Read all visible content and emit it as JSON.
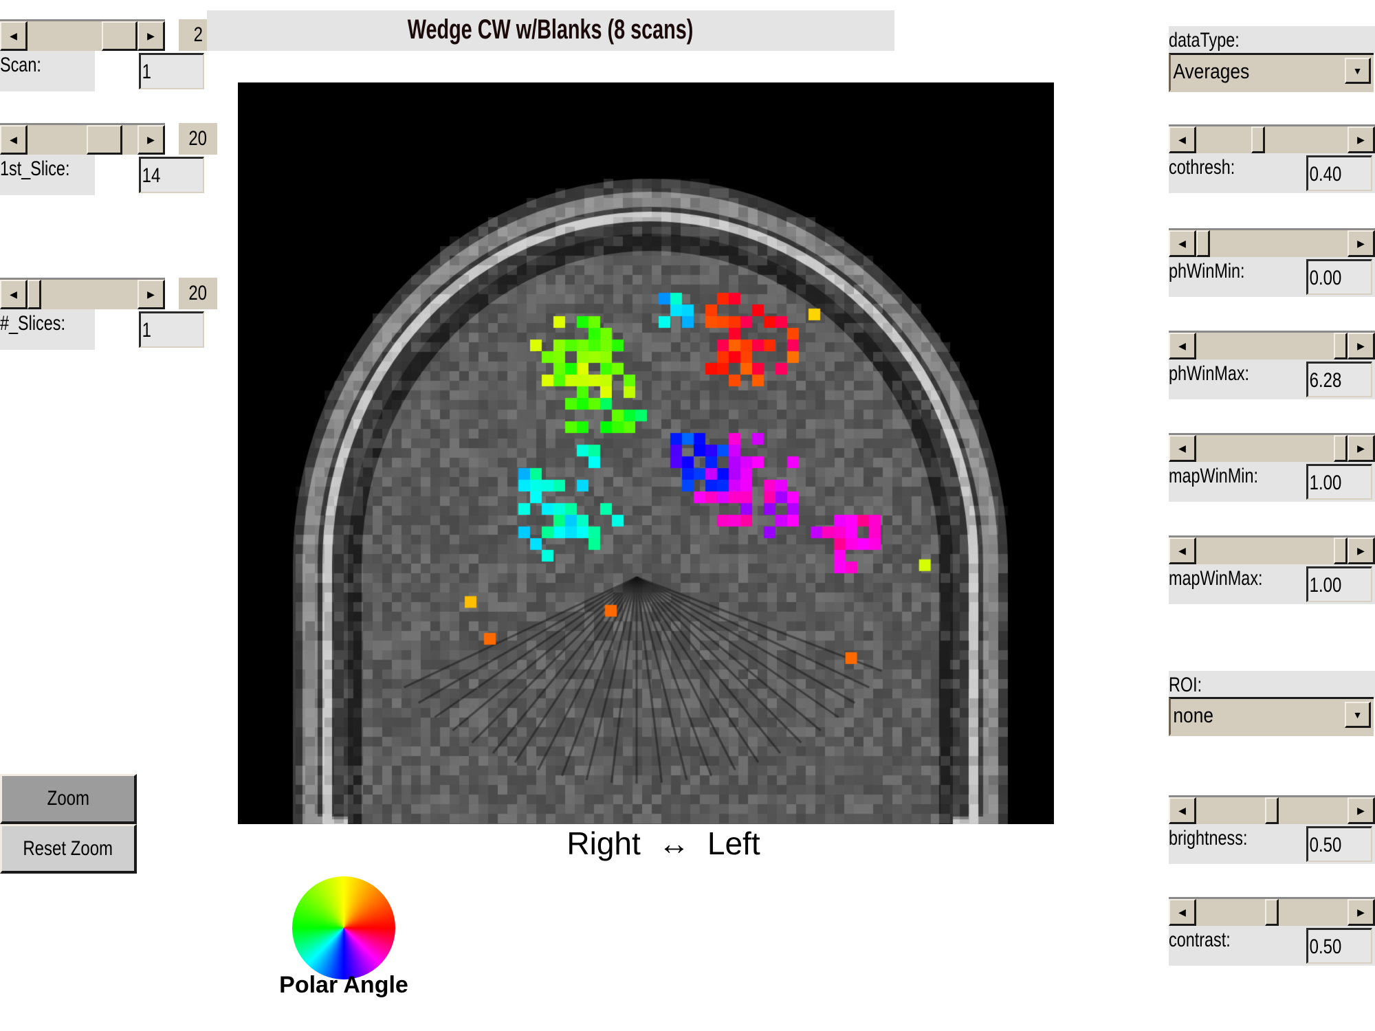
{
  "title": "Wedge CW w/Blanks (8 scans)",
  "left_controls": [
    {
      "id": "scan",
      "label": "Scan:",
      "value": "1",
      "max": "2",
      "slider_fraction": 1.0
    },
    {
      "id": "first-slice",
      "label": "1st_Slice:",
      "value": "14",
      "max": "20",
      "slider_fraction": 0.8
    },
    {
      "id": "num-slices",
      "label": "#_Slices:",
      "value": "1",
      "max": "20",
      "slider_fraction": 0.0
    }
  ],
  "buttons": {
    "zoom": "Zoom",
    "reset_zoom": "Reset Zoom"
  },
  "image": {
    "orientation_label": "Right  ↔  Left",
    "colorbar_label": "Polar Angle"
  },
  "right_panel": {
    "data_type": {
      "label": "dataType:",
      "value": "Averages"
    },
    "sliders": [
      {
        "id": "cothresh",
        "label": "cothresh:",
        "value": "0.40",
        "slider_fraction": 0.4
      },
      {
        "id": "phwinmin",
        "label": "phWinMin:",
        "value": "0.00",
        "slider_fraction": 0.0
      },
      {
        "id": "phwinmax",
        "label": "phWinMax:",
        "value": "6.28",
        "slider_fraction": 1.0
      },
      {
        "id": "mapwinmin",
        "label": "mapWinMin:",
        "value": "1.00",
        "slider_fraction": 1.0
      },
      {
        "id": "mapwinmax",
        "label": "mapWinMax:",
        "value": "1.00",
        "slider_fraction": 1.0
      }
    ],
    "roi": {
      "label": "ROI:",
      "value": "none"
    },
    "display_sliders": [
      {
        "id": "brightness",
        "label": "brightness:",
        "value": "0.50",
        "slider_fraction": 0.5
      },
      {
        "id": "contrast",
        "label": "contrast:",
        "value": "0.50",
        "slider_fraction": 0.5
      }
    ]
  },
  "icons": {
    "scroll_left": "◀",
    "scroll_right": "▶",
    "dropdown": "▼"
  }
}
